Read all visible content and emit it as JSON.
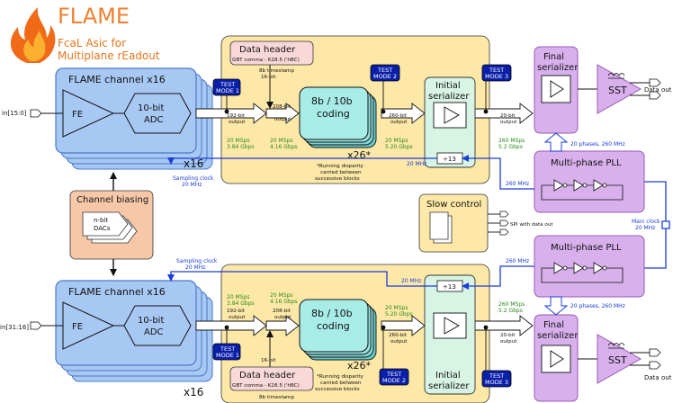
{
  "logo": {
    "title": "FLAME",
    "subtitle_line1": "FcaL Asic for",
    "subtitle_line2": "Multiplane rEadout"
  },
  "channel": {
    "title": "FLAME channel x16",
    "fe": "FE",
    "adc_line1": "10-bit",
    "adc_line2": "ADC",
    "x16": "x16"
  },
  "inputs": {
    "top": "in[15:0]",
    "bottom": "in[31:16]"
  },
  "test_mode": {
    "line1": "TEST",
    "mode1": "MODE 1",
    "mode2": "MODE 2",
    "mode3": "MODE 3"
  },
  "data_header": {
    "title": "Data header",
    "comma": "GBT comma - K28.5 ('hBC)",
    "timestamp": "8b timestamp",
    "bits16": "16-bit"
  },
  "coding": {
    "line1": "8b / 10b",
    "line2": "coding",
    "x26": "x26*",
    "note1": "*Running disparity",
    "note2": "carried between",
    "note3": "successive blocks"
  },
  "initial_serializer": {
    "line1": "Initial",
    "line2": "serializer",
    "divider": "÷13"
  },
  "final_serializer": {
    "line1": "Final",
    "line2": "serializer"
  },
  "sst": {
    "label": "SST",
    "data_out": "Data out"
  },
  "pll": {
    "label": "Multi-phase PLL",
    "phases": "20 phases, 260 MHz"
  },
  "slow_control": {
    "label": "Slow control",
    "spi": "SPI with data out"
  },
  "channel_biasing": {
    "label": "Channel biasing",
    "dacs1": "n-bit",
    "dacs2": "DACs"
  },
  "bus_labels": {
    "out192a": "192-bit",
    "out192b": "output",
    "out208a": "208-bit",
    "out208b": "output",
    "out260a": "260-bit",
    "out260b": "output",
    "out20a": "20-bit",
    "out20b": "output"
  },
  "rates": {
    "r1a": "20 MSps",
    "r1b": "3.84 Gbps",
    "r2a": "20 MSps",
    "r2b": "4.16 Gbps",
    "r3a": "20 MSps",
    "r3b": "5.20 Gbps",
    "r4a": "260 MSps",
    "r4b": "5.2 Gbps"
  },
  "clocks": {
    "sampling1": "Sampling clock",
    "sampling2": "20 MHz",
    "mhz20": "20 MHz",
    "mhz260": "260 MHz",
    "main1": "Main clock",
    "main2": "20 MHz"
  },
  "colors": {
    "channel_fill": "#a8c8f4",
    "channel_stroke": "#4a78c8",
    "yellow": "#fde8a8",
    "pink": "#f8d8d8",
    "teal": "#a8ece8",
    "mint": "#d8f4e4",
    "violet": "#d8b0ec",
    "violet_stroke": "#9a5ab8",
    "orange": "#f6c8a8",
    "blue": "#1a3cd8",
    "test": "#0a1fa8"
  }
}
